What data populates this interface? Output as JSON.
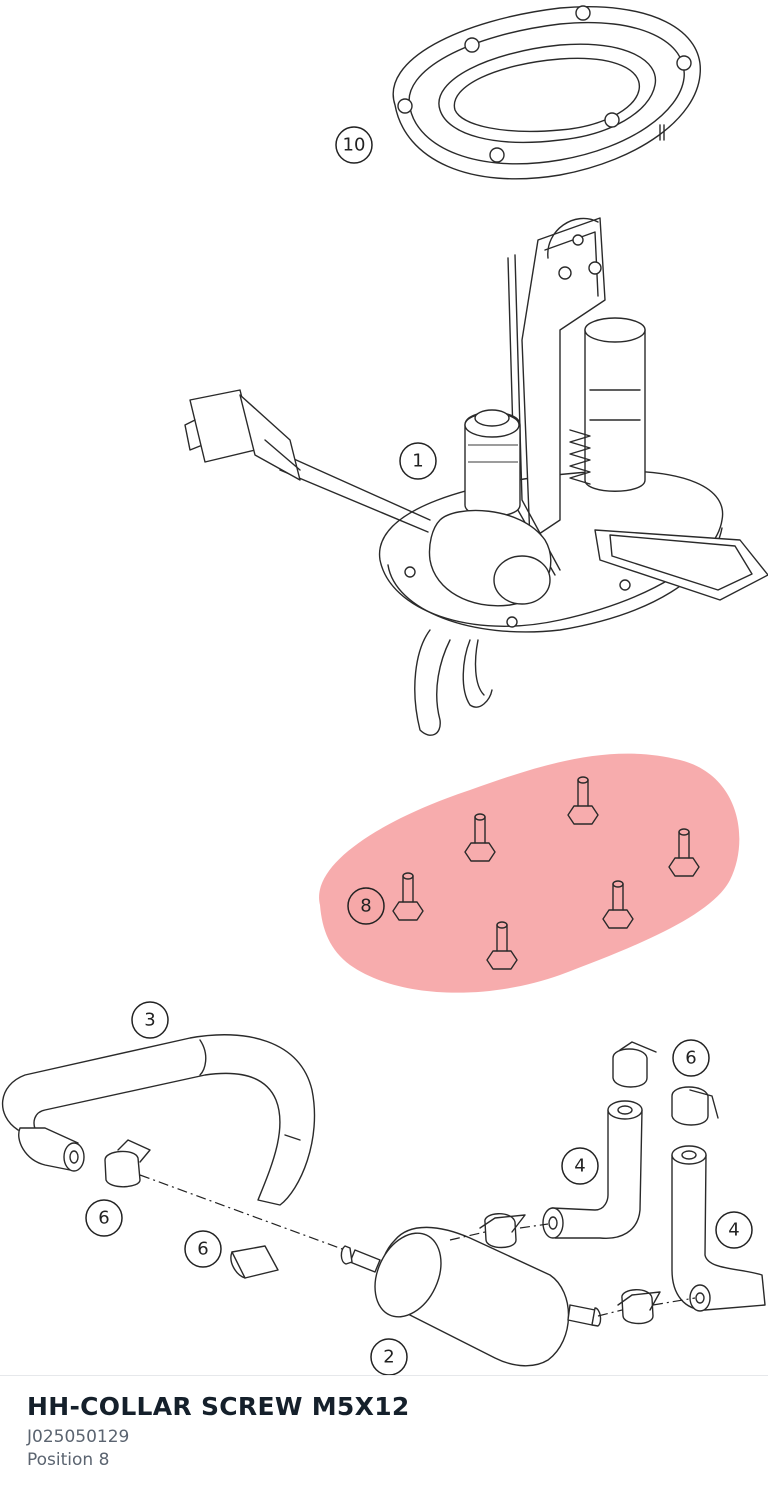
{
  "part": {
    "name": "HH-COLLAR SCREW M5X12",
    "number": "J025050129",
    "position": "Position 8"
  },
  "callouts": {
    "c10": "10",
    "c1": "1",
    "c8": "8",
    "c3": "3",
    "c6a": "6",
    "c6b": "6",
    "c6c": "6",
    "c4a": "4",
    "c4b": "4",
    "c2": "2"
  },
  "colors": {
    "highlight": "#f4898a",
    "title": "#15202b",
    "subtext": "#5b6470"
  }
}
